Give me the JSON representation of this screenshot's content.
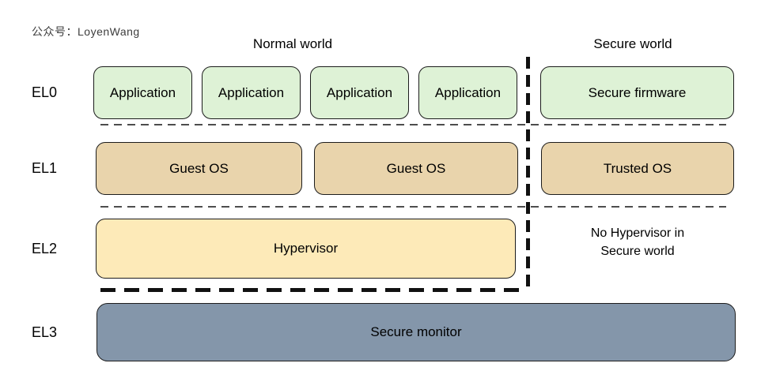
{
  "watermark": "公众号：LoyenWang",
  "headers": {
    "normal": "Normal world",
    "secure": "Secure world"
  },
  "levels": [
    {
      "label": "EL0"
    },
    {
      "label": "EL1"
    },
    {
      "label": "EL2"
    },
    {
      "label": "EL3"
    }
  ],
  "normal_world": {
    "applications": [
      "Application",
      "Application",
      "Application",
      "Application"
    ],
    "guest_os": [
      "Guest OS",
      "Guest OS"
    ],
    "hypervisor": "Hypervisor"
  },
  "secure_world": {
    "firmware": "Secure firmware",
    "trusted_os": "Trusted OS",
    "note_line1": "No Hypervisor in",
    "note_line2": "Secure world"
  },
  "shared": {
    "secure_monitor": "Secure monitor"
  },
  "colors": {
    "application_fill": "#def2d6",
    "os_fill": "#e9d4ac",
    "hypervisor_fill": "#fdeab8",
    "monitor_fill": "#8496aa",
    "box_border": "#1c1c1c",
    "thin_dash": "#4d4d4d",
    "thick_dash": "#111111"
  }
}
